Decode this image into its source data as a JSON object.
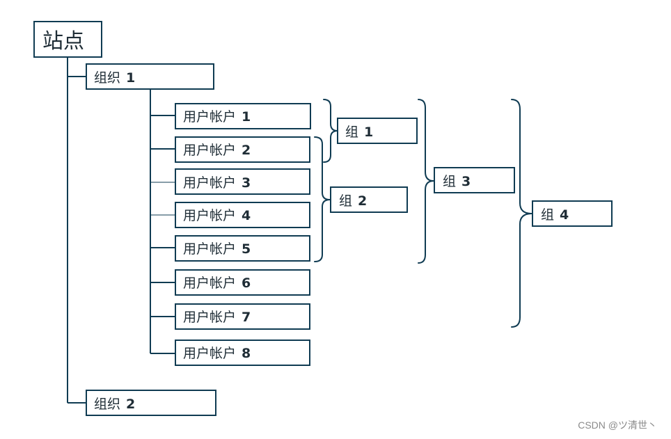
{
  "site": {
    "label": "站点"
  },
  "orgs": [
    {
      "text": "组织",
      "number": "1"
    },
    {
      "text": "组织",
      "number": "2"
    }
  ],
  "accounts": [
    {
      "text": "用户帐户",
      "number": "1"
    },
    {
      "text": "用户帐户",
      "number": "2"
    },
    {
      "text": "用户帐户",
      "number": "3"
    },
    {
      "text": "用户帐户",
      "number": "4"
    },
    {
      "text": "用户帐户",
      "number": "5"
    },
    {
      "text": "用户帐户",
      "number": "6"
    },
    {
      "text": "用户帐户",
      "number": "7"
    },
    {
      "text": "用户帐户",
      "number": "8"
    }
  ],
  "groups": [
    {
      "text": "组",
      "number": "1"
    },
    {
      "text": "组",
      "number": "2"
    },
    {
      "text": "组",
      "number": "3"
    },
    {
      "text": "组",
      "number": "4"
    }
  ],
  "watermark": "CSDN @ツ清世丶"
}
